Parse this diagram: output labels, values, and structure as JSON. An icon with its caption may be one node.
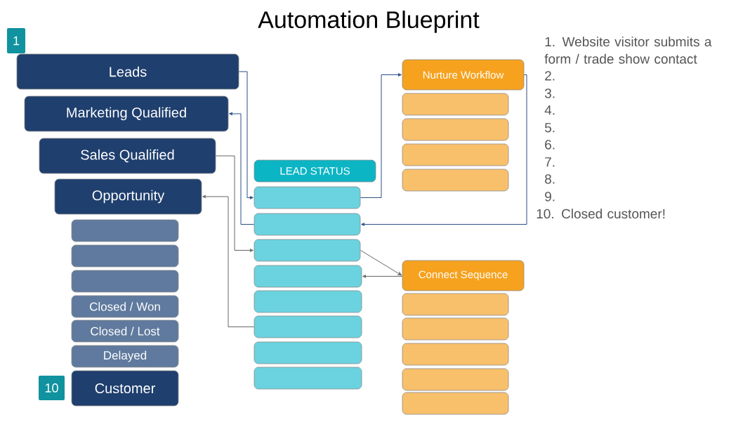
{
  "diagram": {
    "title": "Automation Blueprint",
    "nodes": [
      {
        "text": [
          "Leads"
        ]
      },
      {
        "text": [
          "Marketing Qualified"
        ]
      },
      {
        "text": [
          "Sales Qualified"
        ]
      },
      {
        "text": [
          "Opportunity"
        ]
      },
      {
        "text": [],
        "shape": "box"
      },
      {
        "text": [],
        "shape": "box"
      },
      {
        "text": [],
        "shape": "box"
      },
      {
        "text": [
          "Closed / Won"
        ]
      },
      {
        "text": [
          "Closed / Lost"
        ]
      },
      {
        "text": [
          "Delayed"
        ]
      },
      {
        "text": [
          "Customer"
        ]
      },
      {
        "text": [
          "1"
        ]
      },
      {
        "text": [
          "10"
        ]
      },
      {
        "text": [
          "LEAD STATUS"
        ]
      },
      {
        "text": [],
        "shape": "box"
      },
      {
        "text": [],
        "shape": "box"
      },
      {
        "text": [],
        "shape": "box"
      },
      {
        "text": [],
        "shape": "box"
      },
      {
        "text": [],
        "shape": "box"
      },
      {
        "text": [],
        "shape": "box"
      },
      {
        "text": [],
        "shape": "box"
      },
      {
        "text": [],
        "shape": "box"
      },
      {
        "text": [
          "Nurture Workflow"
        ]
      },
      {
        "text": [],
        "shape": "box"
      },
      {
        "text": [],
        "shape": "box"
      },
      {
        "text": [],
        "shape": "box"
      },
      {
        "text": [],
        "shape": "box"
      },
      {
        "text": [
          "Connect Sequence"
        ]
      },
      {
        "text": [],
        "shape": "box"
      },
      {
        "text": [],
        "shape": "box"
      },
      {
        "text": [],
        "shape": "box"
      },
      {
        "text": [],
        "shape": "box"
      },
      {
        "text": [],
        "shape": "box"
      }
    ],
    "edges": [
      {
        "from": 0,
        "to": 14,
        "arrow": "to"
      },
      {
        "from": 15,
        "to": 1,
        "arrow": "to"
      },
      {
        "from": 14,
        "to": 22,
        "arrow": "to"
      },
      {
        "from": 22,
        "to": 15,
        "arrow": "to"
      },
      {
        "from": 2,
        "to": 16,
        "arrow": "to",
        "color": "#666666"
      },
      {
        "from": 16,
        "to": 27,
        "arrow": "to",
        "color": "#666666"
      },
      {
        "from": 27,
        "to": 17,
        "arrow": "to",
        "color": "#666666"
      },
      {
        "from": 19,
        "to": 3,
        "arrow": "to",
        "color": "#666666"
      }
    ],
    "labels": [
      "1. Website visitor submits a form / trade show contact",
      "2.",
      "3.",
      "4.",
      "5.",
      "6.",
      "7.",
      "8.",
      "9.",
      "10. Closed customer!"
    ]
  }
}
